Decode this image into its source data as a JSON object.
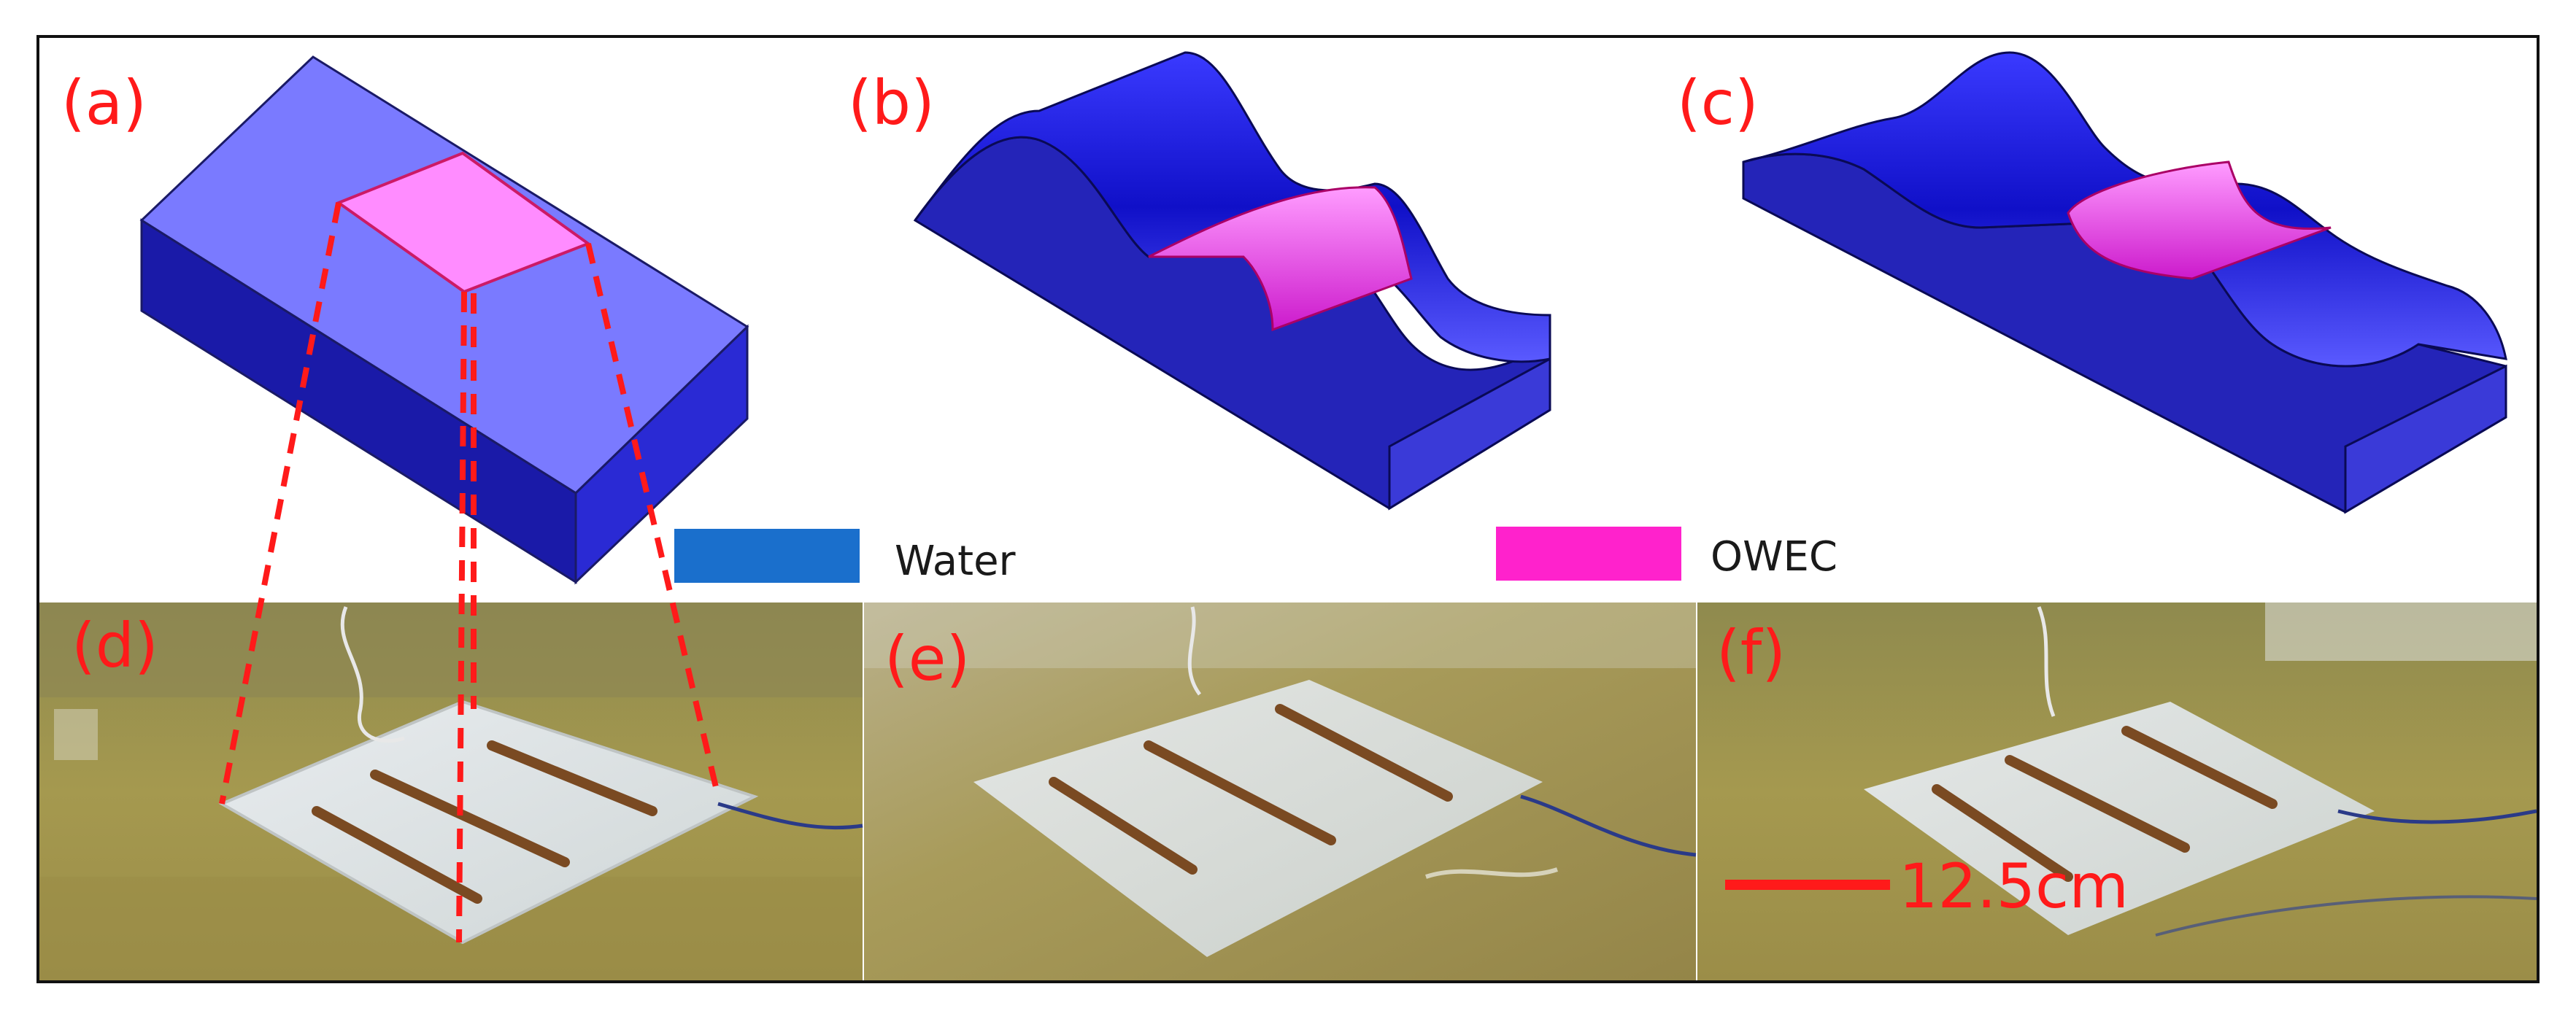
{
  "panels": {
    "a": "(a)",
    "b": "(b)",
    "c": "(c)",
    "d": "(d)",
    "e": "(e)",
    "f": "(f)"
  },
  "legend": [
    {
      "label": "Water",
      "color": "#1a6fcc"
    },
    {
      "label": "OWEC",
      "color": "#ff22cc"
    }
  ],
  "scale_bar": {
    "label": "12.5cm",
    "color": "#ff1a1a"
  },
  "colors": {
    "water_top": "#7777ff",
    "water_front": "#1a1aa6",
    "water_side": "#2a2ad0",
    "owec": "#ff88ff",
    "guide_line": "#ff1a1a",
    "photo_water": "#a89a52"
  }
}
